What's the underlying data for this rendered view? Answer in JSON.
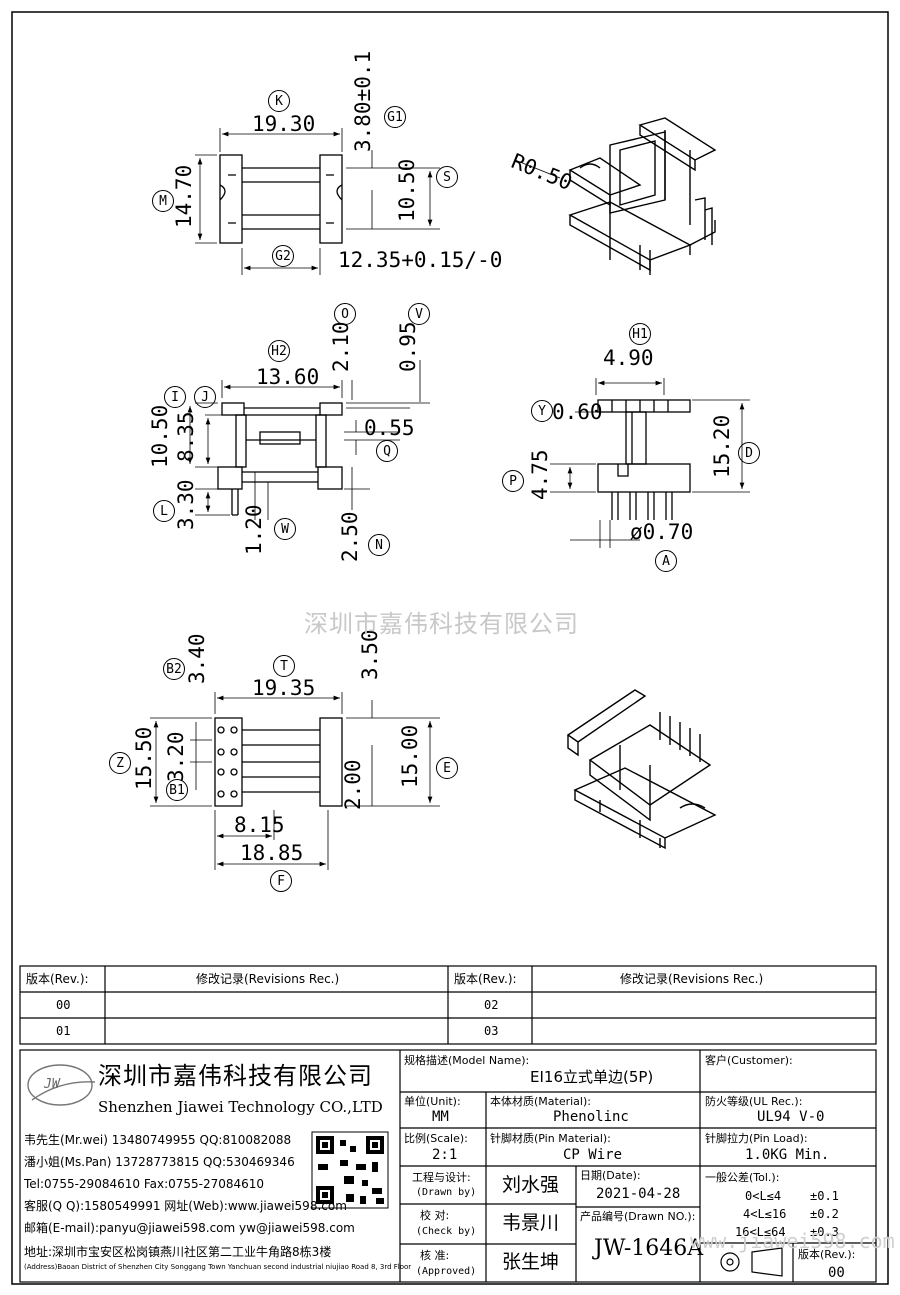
{
  "dims": {
    "top_width": "19.30",
    "top_gap": "3.80±0.1",
    "top_height": "14.70",
    "top_inner": "10.50",
    "top_bottom": "12.35+0.15/-0",
    "front_width": "13.60",
    "front_o": "2.10",
    "front_v": "0.95",
    "front_i": "10.50",
    "front_j": "8.35",
    "front_q": "0.55",
    "front_l": "3.30",
    "front_w": "1.20",
    "front_n": "2.50",
    "side_h1": "4.90",
    "side_y": "0.60",
    "side_d": "15.20",
    "side_p": "4.75",
    "side_a": "ø0.70",
    "bot_t": "19.35",
    "bot_b2": "3.40",
    "bot_top": "3.50",
    "bot_z": "15.50",
    "bot_b1": "3.20",
    "bot_2": "2.00",
    "bot_e": "15.00",
    "bot_815": "8.15",
    "bot_f": "18.85",
    "r": "R0.50"
  },
  "bubbles": {
    "K": "K",
    "G1": "G1",
    "S": "S",
    "M": "M",
    "G2": "G2",
    "O": "O",
    "V": "V",
    "H2": "H2",
    "I": "I",
    "J": "J",
    "Q": "Q",
    "L": "L",
    "W": "W",
    "N": "N",
    "H1": "H1",
    "Y": "Y",
    "D": "D",
    "P": "P",
    "A": "A",
    "B2": "B2",
    "T": "T",
    "Z": "Z",
    "B1": "B1",
    "E": "E",
    "F": "F"
  },
  "watermark": "深圳市嘉伟科技有限公司",
  "watermark_bottom": "www.jiawei598.com",
  "revisions": {
    "h_rev": "版本(Rev.):",
    "h_rec": "修改记录(Revisions Rec.)",
    "rows": [
      [
        "00",
        "",
        "02",
        ""
      ],
      [
        "01",
        "",
        "03",
        ""
      ]
    ]
  },
  "company": {
    "logo": "JW",
    "name_cn": "深圳市嘉伟科技有限公司",
    "name_en": "Shenzhen Jiawei Technology CO.,LTD",
    "contacts": [
      "韦先生(Mr.wei) 13480749955 QQ:810082088",
      "潘小姐(Ms.Pan) 13728773815 QQ:530469346",
      "Tel:0755-29084610     Fax:0755-27084610",
      "客服(Q Q):1580549991   网址(Web):www.jiawei598.com",
      "邮箱(E-mail):panyu@jiawei598.com  yw@jiawei598.com"
    ],
    "addr_cn": "地址:深圳市宝安区松岗镇燕川社区第二工业牛角路8栋3楼",
    "addr_en": "(Address)Baoan District of Shenzhen City Songgang Town Yanchuan  second industrial niujiao Road 8, 3rd Floor"
  },
  "title_block": {
    "model_label": "规格描述(Model Name):",
    "model_value": "EI16立式单边(5P)",
    "customer_label": "客户(Customer):",
    "unit_label": "单位(Unit):",
    "unit_value": "MM",
    "material_label": "本体材质(Material):",
    "material_value": "Phenolinc",
    "ul_label": "防火等级(UL Rec.):",
    "ul_value": "UL94 V-0",
    "scale_label": "比例(Scale):",
    "scale_value": "2:1",
    "pin_label": "针脚材质(Pin Material):",
    "pin_value": "CP Wire",
    "load_label": "针脚拉力(Pin Load):",
    "load_value": "1.0KG Min.",
    "drawn_label": "工程与设计:",
    "drawn_label_en": "(Drawn by)",
    "drawn_value": "刘水强",
    "date_label": "日期(Date):",
    "date_value": "2021-04-28",
    "check_label": "校  对:",
    "check_label_en": "(Check by)",
    "check_value": "韦景川",
    "dwg_label": "产品编号(Drawn NO.):",
    "dwg_value": "JW-1646A",
    "appr_label": "核  准:",
    "appr_label_en": "(Approved)",
    "appr_value": "张生坤",
    "tol_label": "一般公差(Tol.):",
    "tol_rows": [
      [
        "0<L≤4",
        "±0.1"
      ],
      [
        "4<L≤16",
        "±0.2"
      ],
      [
        "16<L≤64",
        "±0.3"
      ]
    ],
    "rev_label": "版本(Rev.):",
    "rev_value": "00"
  }
}
